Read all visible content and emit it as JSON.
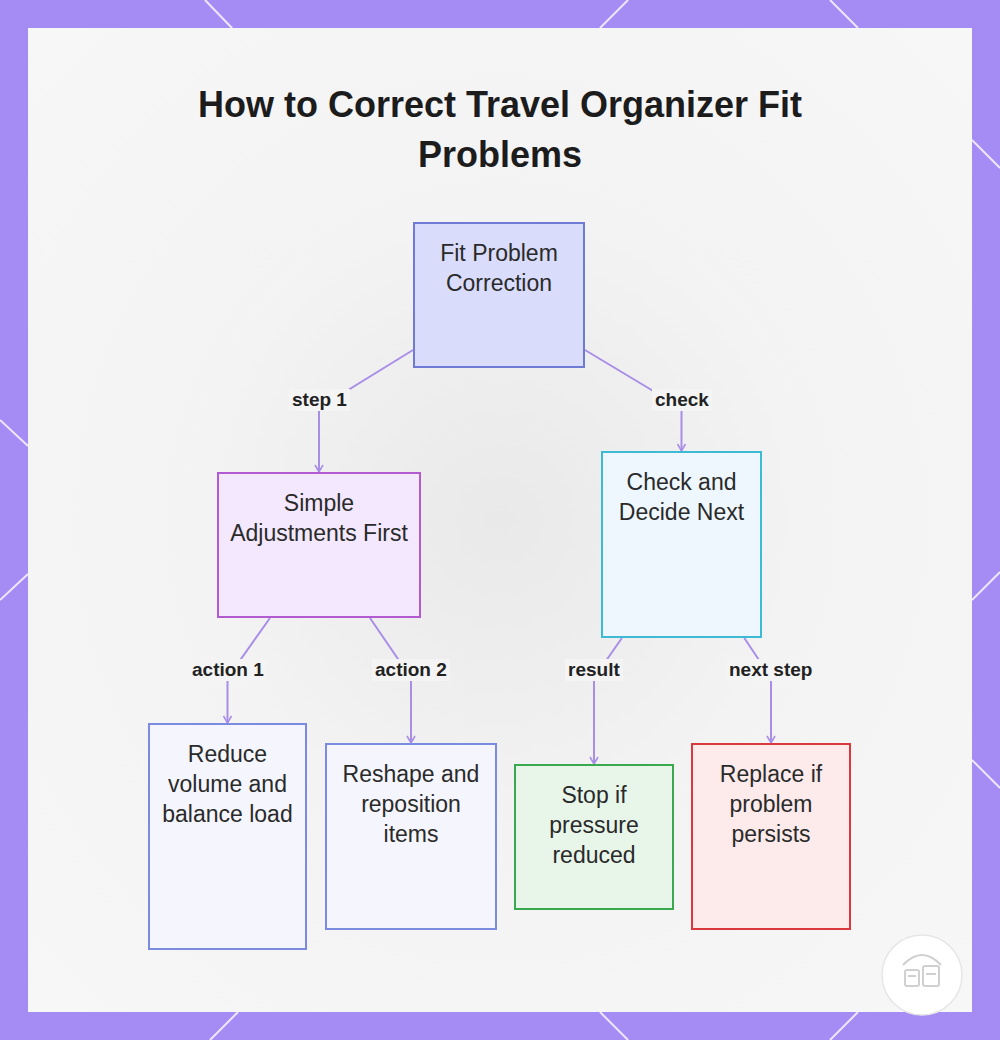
{
  "diagram": {
    "title": "How to Correct Travel Organizer Fit Problems",
    "nodes": [
      {
        "text": [
          "Fit Problem Correction"
        ]
      },
      {
        "text": [
          "Simple Adjustments First"
        ]
      },
      {
        "text": [
          "Check and Decide Next"
        ]
      },
      {
        "text": [
          "Reduce volume and balance load"
        ]
      },
      {
        "text": [
          "Reshape and reposition items"
        ]
      },
      {
        "text": [
          "Stop if pressure reduced"
        ]
      },
      {
        "text": [
          "Replace if problem persists"
        ]
      }
    ],
    "edges": [
      {
        "from": 0,
        "to": 1,
        "label": "step 1",
        "arrow": "to"
      },
      {
        "from": 0,
        "to": 2,
        "label": "check",
        "arrow": "to"
      },
      {
        "from": 1,
        "to": 3,
        "label": "action 1",
        "arrow": "to"
      },
      {
        "from": 1,
        "to": 4,
        "label": "action 2",
        "arrow": "to"
      },
      {
        "from": 2,
        "to": 5,
        "label": "result",
        "arrow": "to"
      },
      {
        "from": 2,
        "to": 6,
        "label": "next step",
        "arrow": "to"
      }
    ]
  }
}
